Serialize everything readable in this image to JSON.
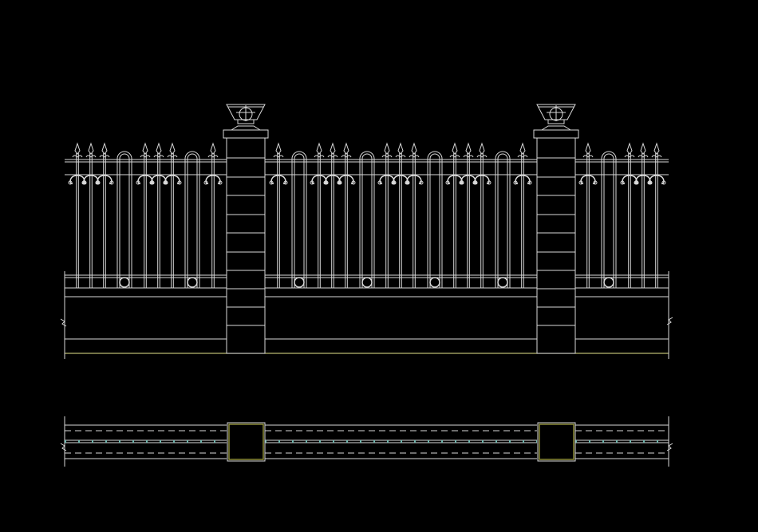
{
  "drawing": {
    "views": [
      "elevation",
      "plan"
    ],
    "colors": {
      "background": "#000000",
      "line": "#d8d8d8",
      "ground_line": "#b8b870",
      "pillar_inner": "#a0a040",
      "center_line": "#6fb8b0"
    },
    "elevation": {
      "pillar_count": 2,
      "hoop_count": 7,
      "pillar_cap": "lantern"
    }
  }
}
